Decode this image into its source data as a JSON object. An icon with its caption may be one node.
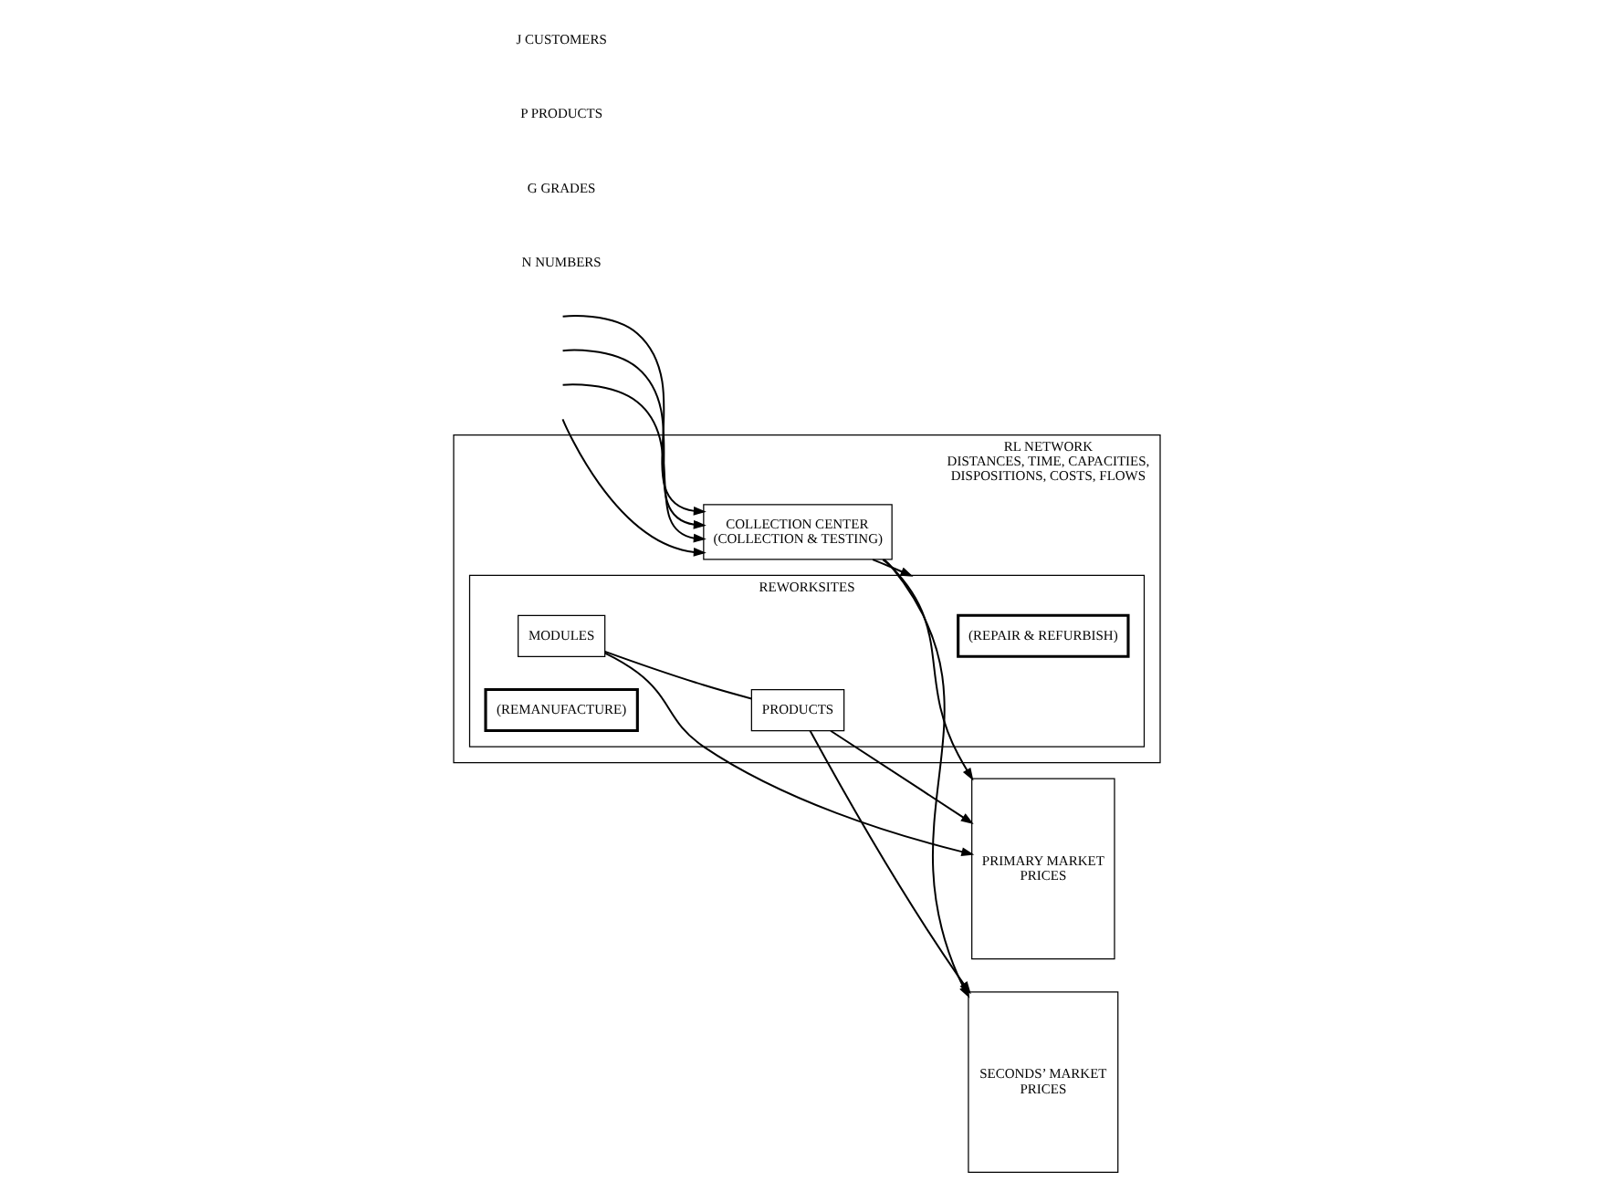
{
  "diagram": {
    "nodes": [
      {
        "text": [
          "RL NETWORK",
          "DISTANCES, TIME, CAPACITIES, DISPOSITIONS, COSTS, FLOWS"
        ]
      },
      {
        "text": [
          "COLLECTION CENTER",
          "(COLLECTION & TESTING)"
        ],
        "in": 0
      },
      {
        "text": [
          "REWORKSITES"
        ],
        "in": 0
      },
      {
        "text": [
          "(REPAIR & REFURBISH)"
        ],
        "in": 2
      },
      {
        "text": [
          "MODULES"
        ],
        "in": 2
      },
      {
        "text": [
          "PRODUCTS"
        ],
        "in": 2
      },
      {
        "text": [
          "(REMANUFACTURE)"
        ],
        "in": 2
      },
      {
        "text": [
          "PRIMARY MARKET",
          "PRICES"
        ]
      },
      {
        "text": [
          "SECONDS’ MARKET",
          "PRICES"
        ]
      }
    ],
    "edges": [
      {
        "from": null,
        "to": 1,
        "arrow": "to"
      },
      {
        "from": null,
        "to": 1,
        "arrow": "to"
      },
      {
        "from": null,
        "to": 1,
        "arrow": "to"
      },
      {
        "from": null,
        "to": 1,
        "arrow": "to"
      },
      {
        "from": 1,
        "to": 2,
        "arrow": "to"
      },
      {
        "from": 1,
        "to": 7,
        "arrow": "to"
      },
      {
        "from": 1,
        "to": 8,
        "arrow": "to"
      },
      {
        "from": 4,
        "to": 7,
        "arrow": "to"
      },
      {
        "from": 5,
        "to": 7,
        "arrow": "to"
      },
      {
        "from": 4,
        "to": 5,
        "arrow": "none"
      },
      {
        "from": 5,
        "to": 8,
        "arrow": "to"
      }
    ],
    "labels": [
      "J CUSTOMERS",
      "P PRODUCTS",
      "G GRADES",
      "N NUMBERS"
    ]
  }
}
